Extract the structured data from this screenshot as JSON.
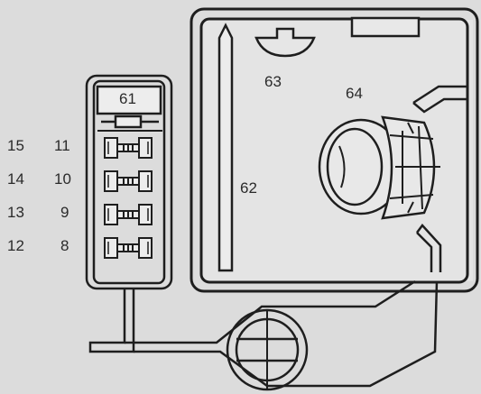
{
  "labels": {
    "component_61": "61",
    "component_62": "62",
    "component_63": "63",
    "component_64": "64"
  },
  "fuse_rows": [
    {
      "left": "15",
      "right": "11"
    },
    {
      "left": "14",
      "right": "10"
    },
    {
      "left": "13",
      "right": "9"
    },
    {
      "left": "12",
      "right": "8"
    }
  ]
}
